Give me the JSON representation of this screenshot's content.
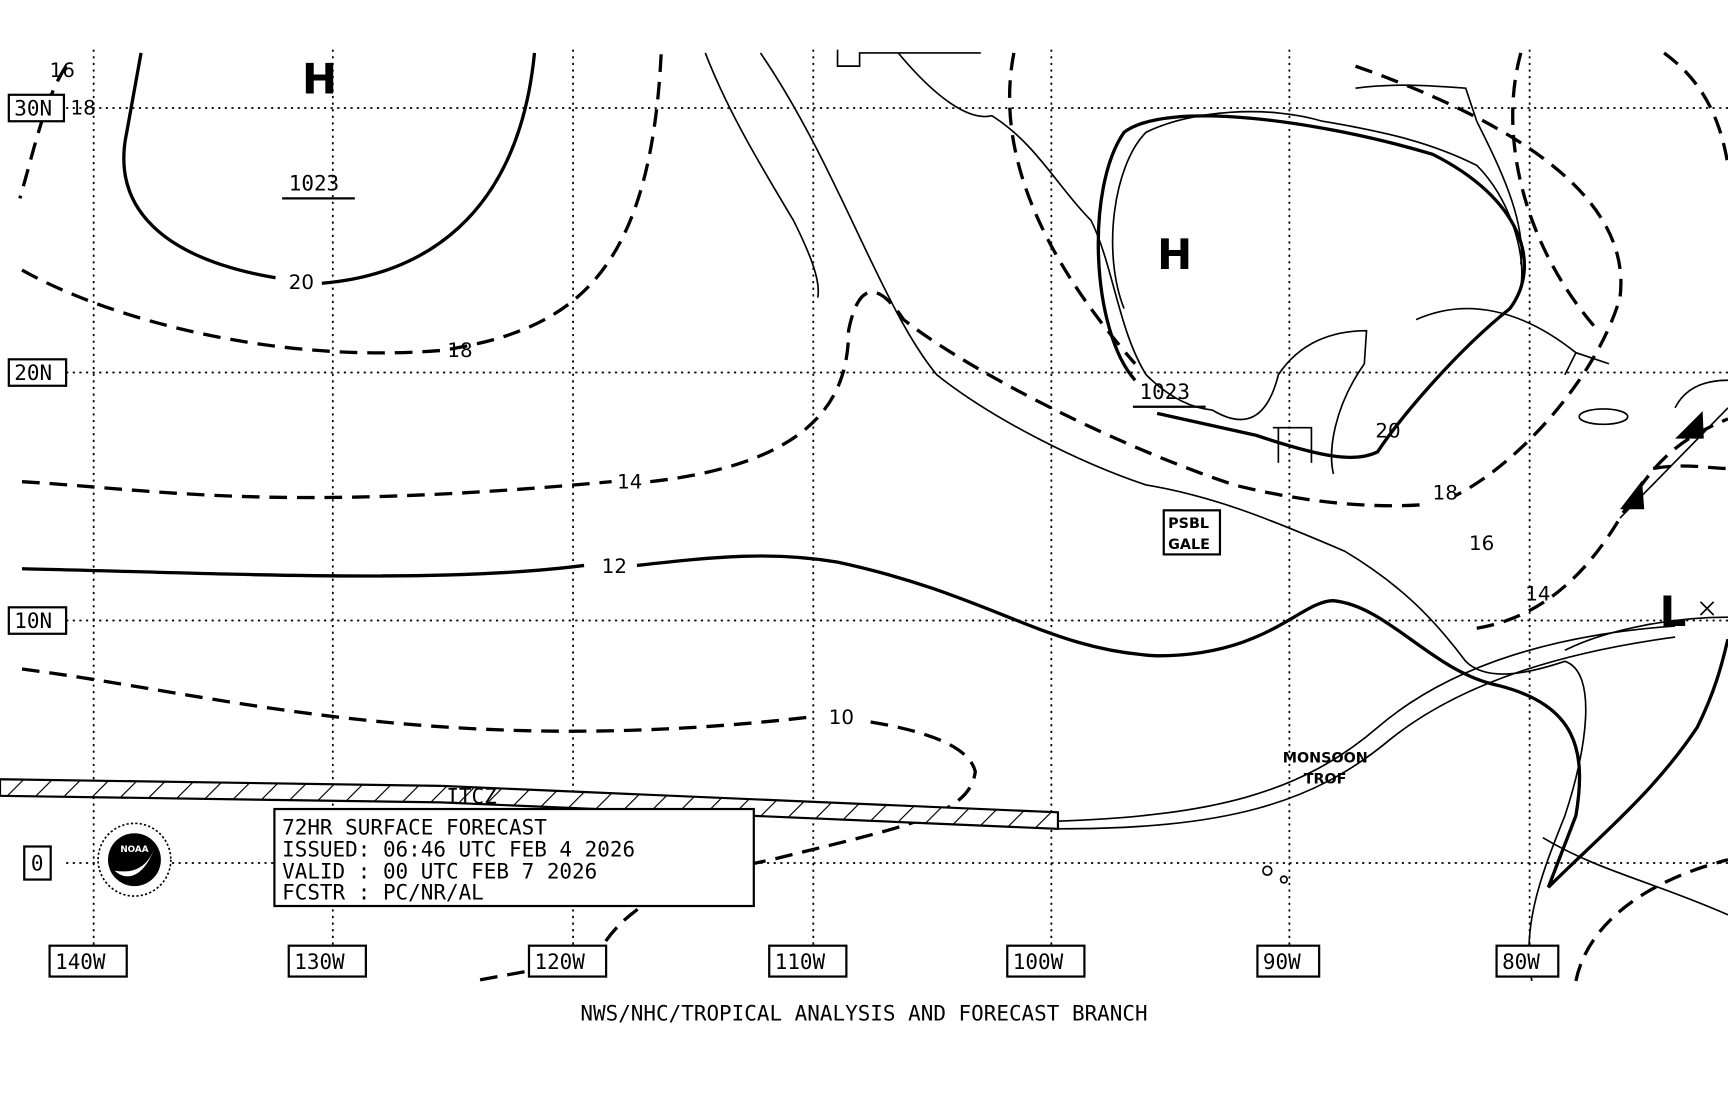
{
  "grid": {
    "latitudes": [
      "30N",
      "20N",
      "10N",
      "0"
    ],
    "longitudes": [
      "140W",
      "130W",
      "120W",
      "110W",
      "100W",
      "90W",
      "80W"
    ]
  },
  "pressure_centers": [
    {
      "type": "H",
      "value": "1023"
    },
    {
      "type": "H",
      "value": "1023"
    },
    {
      "type": "L",
      "value": ""
    }
  ],
  "isobar_labels": [
    "16",
    "18",
    "20",
    "18",
    "14",
    "12",
    "10",
    "20",
    "18",
    "16",
    "14"
  ],
  "features": {
    "itcz": "ITCZ",
    "monsoon_line1": "MONSOON",
    "monsoon_line2": "TROF",
    "gale_line1": "PSBL",
    "gale_line2": "GALE"
  },
  "info_box": {
    "line1": "72HR SURFACE FORECAST",
    "line2": "ISSUED:  06:46 UTC FEB 4 2026",
    "line3": "VALID :  00 UTC FEB 7 2026",
    "line4": "FCSTR :  PC/NR/AL"
  },
  "logo_text": "NOAA",
  "footer": "NWS/NHC/TROPICAL ANALYSIS AND FORECAST BRANCH"
}
